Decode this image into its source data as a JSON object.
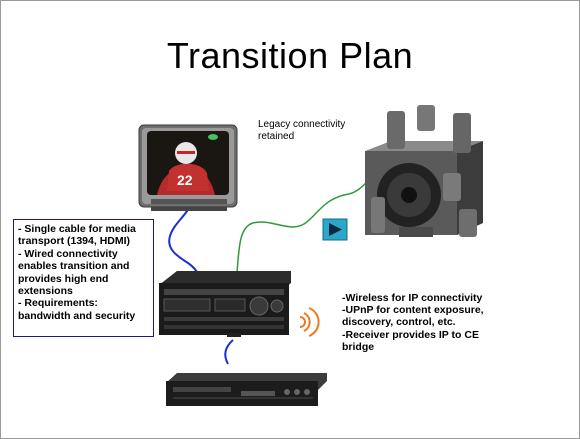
{
  "slide": {
    "title": "Transition Plan",
    "legacy_note": [
      "Legacy connectivity",
      "retained"
    ],
    "left_box_lines": [
      "- Single cable for media",
      "transport (1394, HDMI)",
      "- Wired connectivity",
      "enables transition and",
      "provides high end",
      "extensions",
      "- Requirements:",
      "bandwidth and security"
    ],
    "right_text_lines": [
      "-Wireless for IP connectivity",
      "-UPnP for content exposure,",
      "discovery, control, etc.",
      "-Receiver provides IP to CE",
      "bridge"
    ],
    "colors": {
      "wire_blue": "#1c2fd6",
      "wire_green": "#2e9b3a",
      "wireless_orange": "#f07820",
      "play_button": "#2aa7c9",
      "box_border": "#1a1a8c"
    },
    "icons": [
      "tv-icon",
      "speakers-icon",
      "receiver-icon",
      "dvd-player-icon",
      "play-icon",
      "wireless-signal-icon"
    ]
  }
}
